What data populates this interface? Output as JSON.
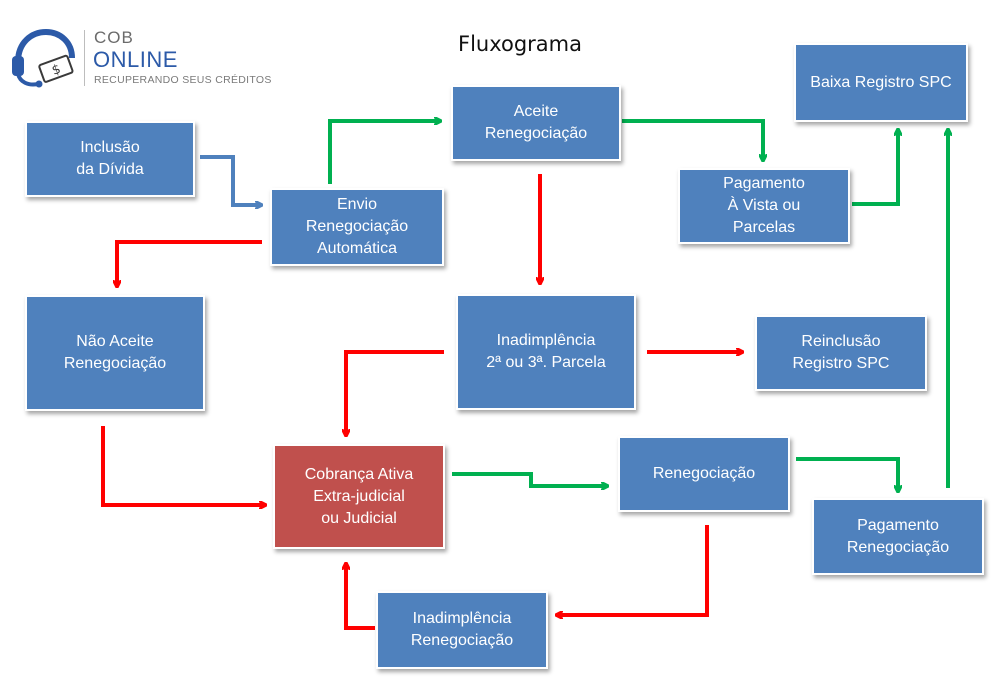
{
  "title": "Fluxograma",
  "logo": {
    "line1": "COB",
    "line2": "ONLINE",
    "tagline": "RECUPERANDO SEUS CRÉDITOS"
  },
  "nodes": {
    "inclusao": "Inclusão\nda Dívida",
    "envio": "Envio\nRenegociação\nAutomática",
    "aceite": "Aceite\nRenegociação",
    "pagamento_vista": "Pagamento\nÀ Vista ou\nParcelas",
    "baixa": "Baixa Registro SPC",
    "nao_aceite": "Não Aceite\nRenegociação",
    "inadimplencia_parcela": "Inadimplência\n2ª ou 3ª. Parcela",
    "reinclusao": "Reinclusão\nRegistro SPC",
    "cobranca": "Cobrança Ativa\nExtra-judicial\nou Judicial",
    "renegociacao": "Renegociação",
    "pagamento_reneg": "Pagamento\nRenegociação",
    "inadimplencia_reneg": "Inadimplência\nRenegociação"
  },
  "colors": {
    "box_blue": "#4f81bd",
    "box_red": "#c0504d",
    "arrow_green": "#00b050",
    "arrow_red": "#ff0000",
    "arrow_blue": "#4f81bd"
  }
}
